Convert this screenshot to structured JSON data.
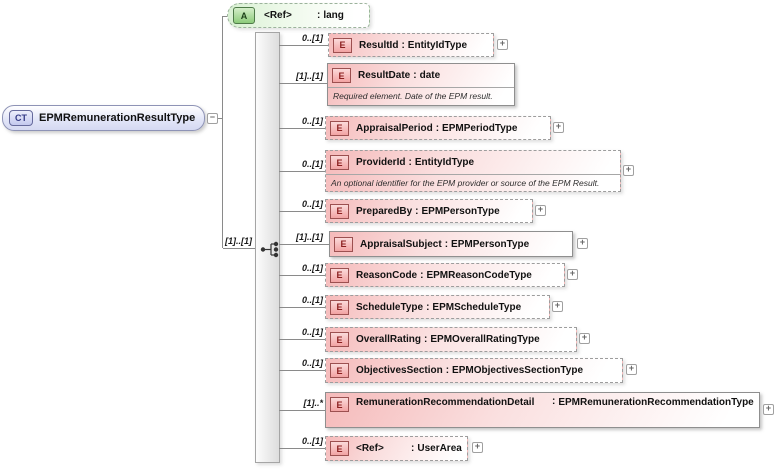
{
  "diagram": {
    "root": {
      "badge": "CT",
      "name": "EPMRemunerationResultType"
    },
    "attribute": {
      "badge": "A",
      "name": "<Ref>",
      "colon": ":",
      "type": "lang"
    },
    "sequence": {
      "cardinality": "[1]..[1]"
    },
    "symbols": {
      "plus": "+",
      "minus": "−"
    },
    "colors": {
      "element_fill": "#f5baba",
      "element_badge_border": "#9c5050",
      "element_badge_text": "#8b1f1f",
      "attribute_fill": "#d8f0d2",
      "complex_type_fill": "#d5d9f2",
      "connector": "#8a8a8a"
    },
    "elements": [
      {
        "badge": "E",
        "cardinality": "0..[1]",
        "name": "ResultId",
        "colon": ":",
        "type": "EntityIdType",
        "required": false,
        "expandable": true
      },
      {
        "badge": "E",
        "cardinality": "[1]..[1]",
        "name": "ResultDate",
        "colon": ":",
        "type": "date",
        "required": true,
        "expandable": false,
        "annotation": "Required element. Date of the EPM result."
      },
      {
        "badge": "E",
        "cardinality": "0..[1]",
        "name": "AppraisalPeriod",
        "colon": ":",
        "type": "EPMPeriodType",
        "required": false,
        "expandable": true
      },
      {
        "badge": "E",
        "cardinality": "0..[1]",
        "name": "ProviderId",
        "colon": ":",
        "type": "EntityIdType",
        "required": false,
        "expandable": true,
        "annotation": "An optional identifier for the EPM provider or source of the EPM Result."
      },
      {
        "badge": "E",
        "cardinality": "0..[1]",
        "name": "PreparedBy",
        "colon": ":",
        "type": "EPMPersonType",
        "required": false,
        "expandable": true
      },
      {
        "badge": "E",
        "cardinality": "[1]..[1]",
        "name": "AppraisalSubject",
        "colon": ":",
        "type": "EPMPersonType",
        "required": true,
        "expandable": true
      },
      {
        "badge": "E",
        "cardinality": "0..[1]",
        "name": "ReasonCode",
        "colon": ":",
        "type": "EPMReasonCodeType",
        "required": false,
        "expandable": true
      },
      {
        "badge": "E",
        "cardinality": "0..[1]",
        "name": "ScheduleType",
        "colon": ":",
        "type": "EPMScheduleType",
        "required": false,
        "expandable": true
      },
      {
        "badge": "E",
        "cardinality": "0..[1]",
        "name": "OverallRating",
        "colon": ":",
        "type": "EPMOverallRatingType",
        "required": false,
        "expandable": true
      },
      {
        "badge": "E",
        "cardinality": "0..[1]",
        "name": "ObjectivesSection",
        "colon": ":",
        "type": "EPMObjectivesSectionType",
        "required": false,
        "expandable": true
      },
      {
        "badge": "E",
        "cardinality": "[1]..*",
        "name": "RemunerationRecommendationDetail",
        "colon": ":",
        "type": "EPMRemunerationRecommendationType",
        "required": true,
        "expandable": true
      },
      {
        "badge": "E",
        "cardinality": "0..[1]",
        "name": "<Ref>",
        "colon": ":",
        "type": "UserArea",
        "required": false,
        "expandable": true
      }
    ]
  }
}
